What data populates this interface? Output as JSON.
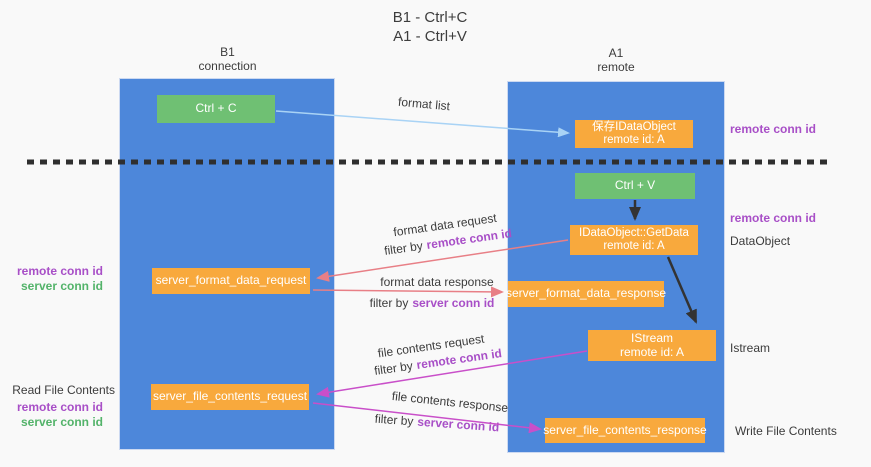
{
  "title": {
    "line1": "B1 - Ctrl+C",
    "line2": "A1 - Ctrl+V"
  },
  "columns": {
    "b1": {
      "name": "B1",
      "subtitle": "connection"
    },
    "a1": {
      "name": "A1",
      "subtitle": "remote"
    }
  },
  "boxes": {
    "ctrl_c": {
      "label": "Ctrl + C"
    },
    "save_idataobject": {
      "line1": "保存IDataObject",
      "line2": "remote id: A"
    },
    "ctrl_v": {
      "label": "Ctrl + V"
    },
    "getdata": {
      "line1": "IDataObject::GetData",
      "line2": "remote id: A"
    },
    "server_format_data_request": {
      "label": "server_format_data_request"
    },
    "server_format_data_response": {
      "label": "server_format_data_response"
    },
    "istream": {
      "line1": "IStream",
      "line2": "remote id: A"
    },
    "server_file_contents_request": {
      "label": "server_file_contents_request"
    },
    "server_file_contents_response": {
      "label": "server_file_contents_response"
    }
  },
  "arrows": {
    "format_list": {
      "label": "format list"
    },
    "format_data_request": {
      "label": "format data request",
      "filter_prefix": "filter by",
      "filter_key": "remote conn id"
    },
    "format_data_response": {
      "label": "format data response",
      "filter_prefix": "filter by",
      "filter_key": "server conn id"
    },
    "file_contents_request": {
      "label": "file contents request",
      "filter_prefix": "filter by",
      "filter_key": "remote conn id"
    },
    "file_contents_response": {
      "label": "file contents response",
      "filter_prefix": "filter by",
      "filter_key": "server conn id"
    }
  },
  "side_labels": {
    "right_top_remote_conn_id": "remote conn id",
    "right_mid_remote_conn_id": "remote conn id",
    "right_dataobject": "DataObject",
    "right_istream": "Istream",
    "right_write_file_contents": "Write File Contents",
    "left_format_remote_conn_id": "remote conn id",
    "left_format_server_conn_id": "server conn id",
    "left_read_file_contents": "Read File Contents",
    "left_file_remote_conn_id": "remote conn id",
    "left_file_server_conn_id": "server conn id"
  },
  "colors": {
    "column_blue": "#4d87da",
    "box_green": "#6fc073",
    "box_orange": "#f8a93d",
    "arrow_light_blue": "#a9d3f5",
    "arrow_salmon": "#e87f86",
    "arrow_magenta": "#c94fc9",
    "arrow_black": "#333333",
    "conn_id_purple": "#a84fc7",
    "conn_id_green": "#53b36a",
    "dashed_line": "#2f2f2f"
  }
}
